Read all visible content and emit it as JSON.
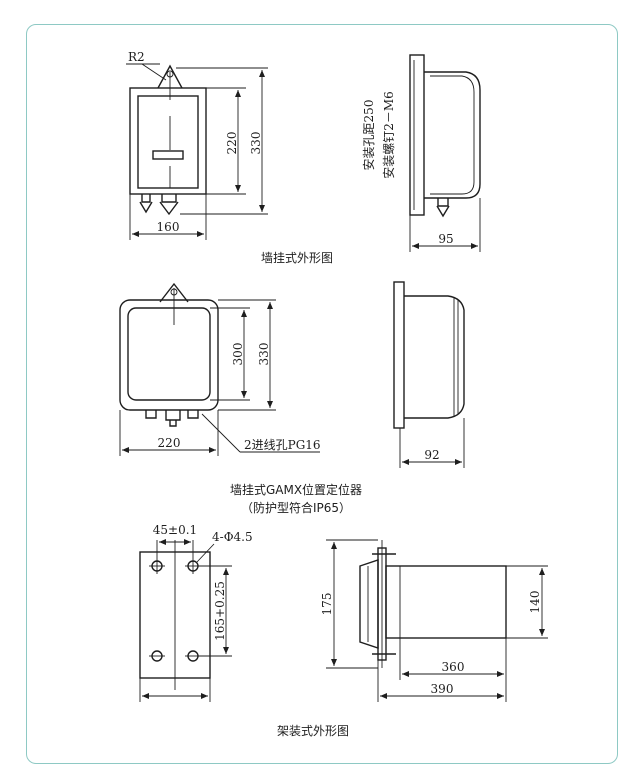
{
  "figure1": {
    "caption": "墙挂式外形图",
    "radius_label": "R2",
    "dims": {
      "height_inner": "220",
      "height_outer": "330",
      "width": "160",
      "depth": "95"
    },
    "side_text_1": "安装孔距250",
    "side_text_2": "安装螺钉2－M6"
  },
  "figure2": {
    "caption_line1": "墙挂式GAMX位置定位器",
    "caption_line2": "（防护型符合IP65）",
    "dims": {
      "height_inner": "300",
      "height_outer": "330",
      "width": "220",
      "depth": "92"
    },
    "hole_label": "2进线孔PG16"
  },
  "figure3": {
    "caption": "架装式外形图",
    "dims": {
      "hole_spacing_top": "45±0.1",
      "holes": "4-Φ4.5",
      "hole_spacing_vert": "165+0.25",
      "height": "175",
      "body_height": "140",
      "depth_inner": "360",
      "depth_outer": "390"
    }
  },
  "colors": {
    "frame": "#8ec9c4",
    "ink": "#1e1e1e"
  }
}
